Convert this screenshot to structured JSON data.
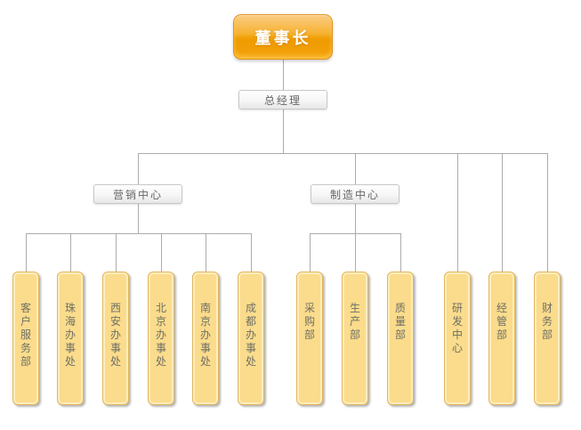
{
  "org_chart": {
    "chairman": {
      "label": "董事长"
    },
    "general_manager": {
      "label": "总经理"
    },
    "marketing_center": {
      "label": "营销中心"
    },
    "manufacturing_center": {
      "label": "制造中心"
    },
    "marketing_children": [
      "客户服务部",
      "珠海办事处",
      "西安办事处",
      "北京办事处",
      "南京办事处",
      "成都办事处"
    ],
    "manufacturing_children": [
      "采购部",
      "生产部",
      "质量部"
    ],
    "gm_direct_children": [
      "研发中心",
      "经管部",
      "财务部"
    ],
    "hierarchy_note": "董事长 > 总经理 > (营销中心, 制造中心, 研发中心, 经管部, 财务部)"
  },
  "colors": {
    "background": "#ffffff",
    "connector": "#acacac",
    "root_gradient_top": "#f8b546",
    "root_gradient_bottom": "#ef9b00",
    "root_border": "#e0921a",
    "root_text": "#ffffff",
    "mid_bg_top": "#ffffff",
    "mid_bg_bottom": "#e7e7e7",
    "mid_border": "#c8c8c8",
    "mid_text": "#666666",
    "leaf_fill": "#fbdc8c",
    "leaf_border": "#e3b75c",
    "leaf_text": "#6f6f65"
  }
}
